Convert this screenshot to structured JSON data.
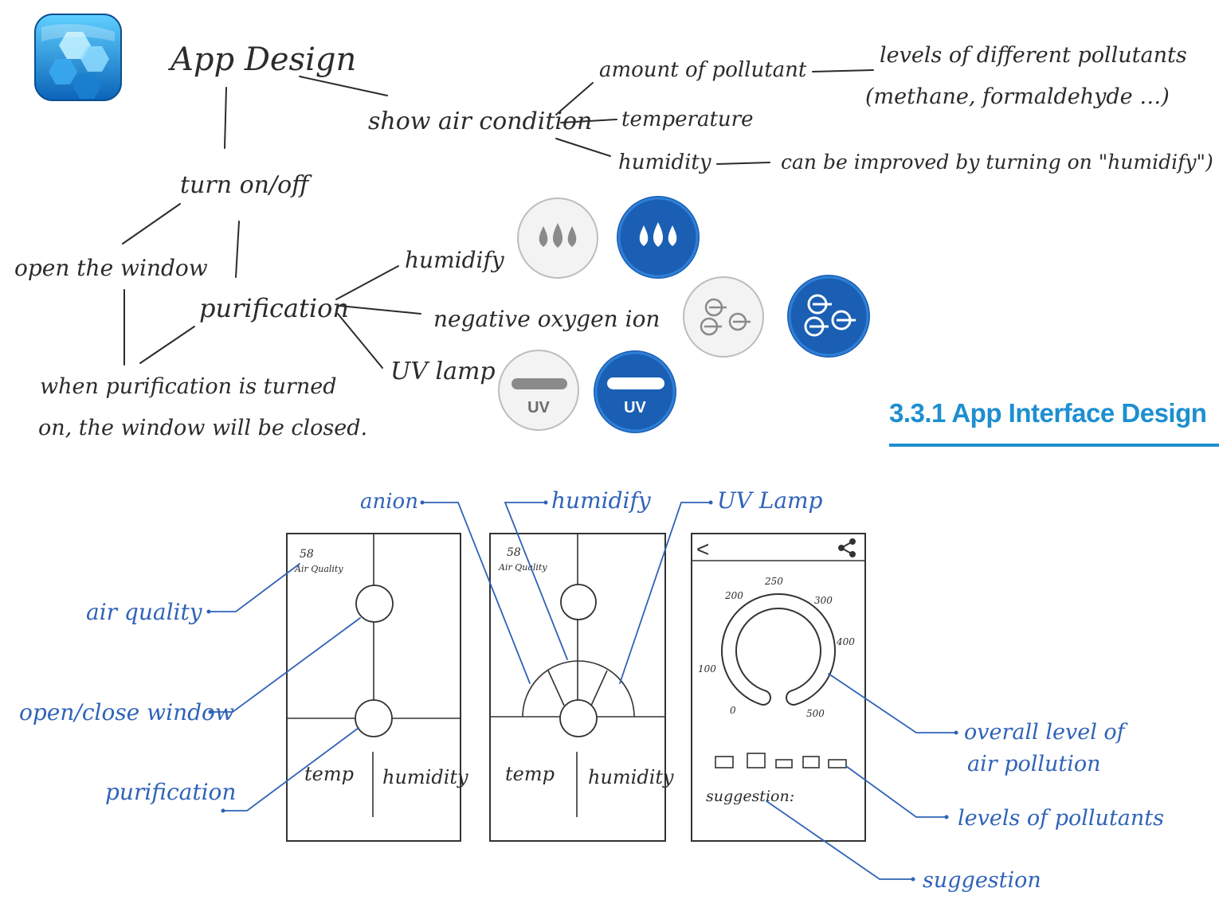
{
  "title": "App Design",
  "mindmap": {
    "show_air_condition": "show air condition",
    "amount_of_pollutant": "amount of pollutant",
    "levels_line1": "levels of different pollutants",
    "levels_line2": "(methane, formaldehyde …)",
    "temperature": "temperature",
    "humidity": "humidity",
    "humidity_note": "can be improved by turning on \"humidify\")",
    "turn_on_off": "turn on/off",
    "open_window": "open the window",
    "purification": "purification",
    "humidify": "humidify",
    "negative_oxygen_ion": "negative oxygen ion",
    "uv_lamp": "UV lamp",
    "note_line1": "when purification is turned",
    "note_line2": "on, the window will be closed."
  },
  "icons": {
    "uv_label_off": "UV",
    "uv_label_on": "UV",
    "active_color": "#1a5fb4",
    "inactive_color": "#f3f3f3"
  },
  "section": {
    "title": "3.3.1 App Interface Design",
    "color": "#1d8fd0"
  },
  "wireframes": {
    "annotations": {
      "anion": "anion",
      "humidify": "humidify",
      "uv_lamp": "UV Lamp",
      "air_quality": "air quality",
      "open_close_window": "open/close window",
      "purification": "purification",
      "overall_line1": "overall level of",
      "overall_line2": "air pollution",
      "levels_of_pollutants": "levels of pollutants",
      "suggestion": "suggestion"
    },
    "screen1": {
      "value": "58",
      "caption": "Air Quality",
      "temp": "temp",
      "humidity": "humidity"
    },
    "screen2": {
      "value": "58",
      "caption": "Air Quality",
      "temp": "temp",
      "humidity": "humidity"
    },
    "screen3": {
      "back": "<",
      "gauge_ticks": [
        "0",
        "100",
        "200",
        "250",
        "300",
        "400",
        "500"
      ],
      "suggestion": "suggestion:"
    }
  }
}
